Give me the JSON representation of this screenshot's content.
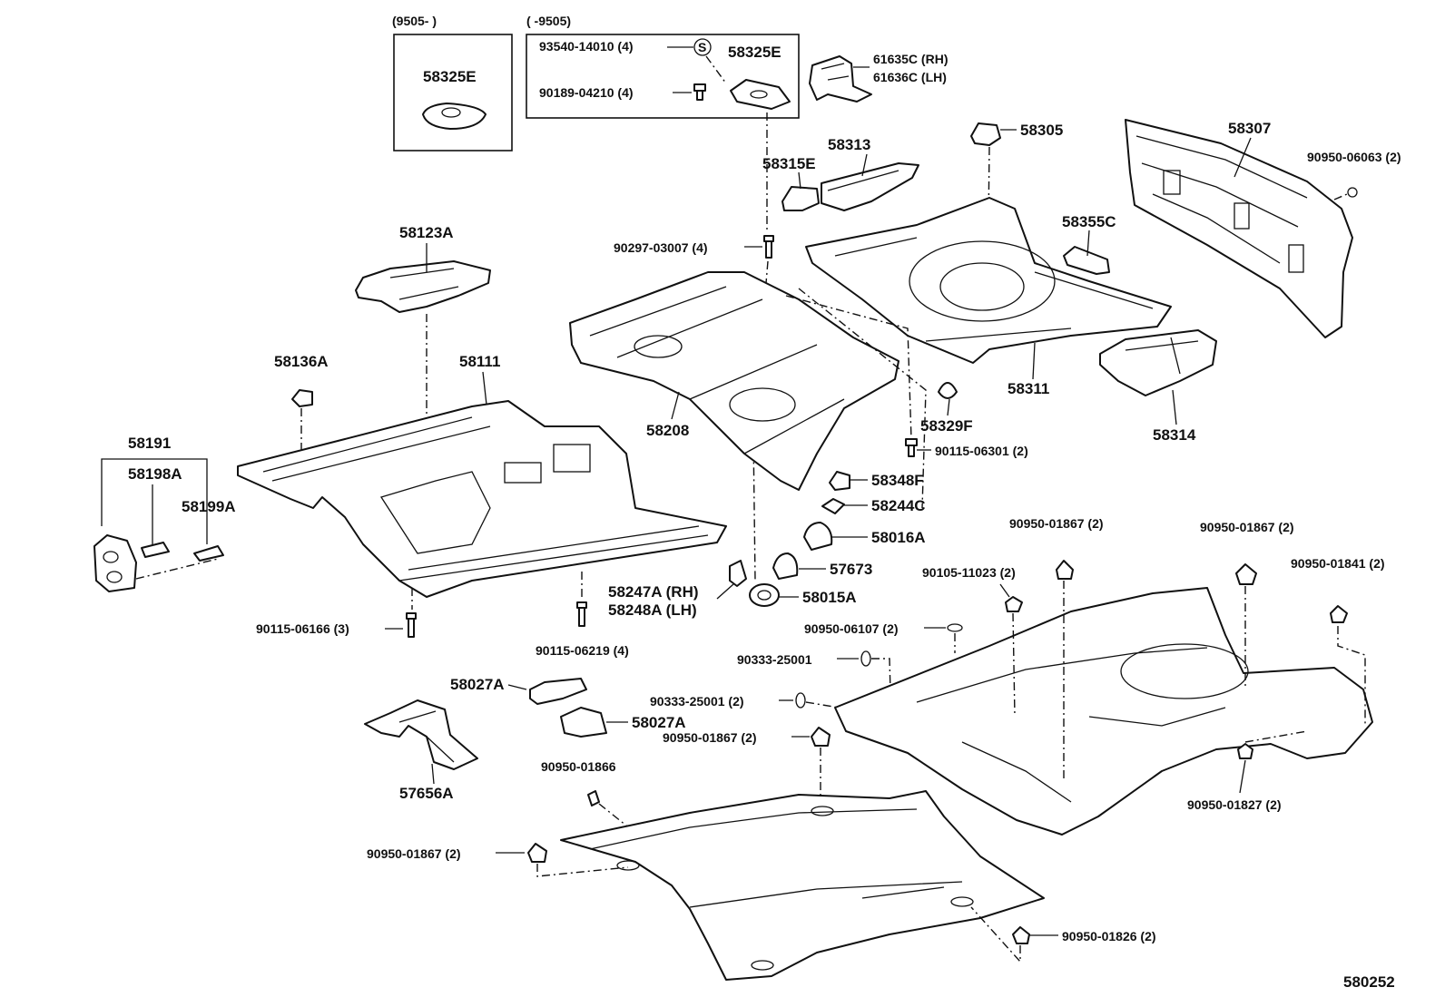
{
  "diagram_id": "580252",
  "header": {
    "left_range": "(9505-        )",
    "right_range": "(        -9505)"
  },
  "labels": {
    "p58325E_a": "58325E",
    "p93540": "93540-14010 (4)",
    "s_mark": "S",
    "p58325E_b": "58325E",
    "p90189": "90189-04210 (4)",
    "p61635C": "61635C (RH)",
    "p61636C": "61636C (LH)",
    "p58305": "58305",
    "p58307": "58307",
    "p90950_06063": "90950-06063 (2)",
    "p58313": "58313",
    "p58315E": "58315E",
    "p58123A": "58123A",
    "p90297": "90297-03007 (4)",
    "p58355C": "58355C",
    "p58136A": "58136A",
    "p58111": "58111",
    "p58311": "58311",
    "p58314": "58314",
    "p58208": "58208",
    "p58329F": "58329F",
    "p90115_06301": "90115-06301 (2)",
    "p58191": "58191",
    "p58198A": "58198A",
    "p58199A": "58199A",
    "p58348F": "58348F",
    "p58244C": "58244C",
    "p58016A": "58016A",
    "p90950_01867_a": "90950-01867 (2)",
    "p90950_01867_b": "90950-01867 (2)",
    "p90105": "90105-11023 (2)",
    "p90950_01841": "90950-01841 (2)",
    "p57673": "57673",
    "p58247A": "58247A (RH)",
    "p58248A": "58248A (LH)",
    "p58015A": "58015A",
    "p90115_06166": "90115-06166 (3)",
    "p90950_06107": "90950-06107 (2)",
    "p90115_06219": "90115-06219 (4)",
    "p90333_a": "90333-25001",
    "p58027A_a": "58027A",
    "p90333_b": "90333-25001 (2)",
    "p58027A_b": "58027A",
    "p90950_01867_c": "90950-01867 (2)",
    "p90950_01866": "90950-01866",
    "p57656A": "57656A",
    "p90950_01827": "90950-01827 (2)",
    "p90950_01867_d": "90950-01867 (2)",
    "p90950_01826": "90950-01826 (2)"
  }
}
